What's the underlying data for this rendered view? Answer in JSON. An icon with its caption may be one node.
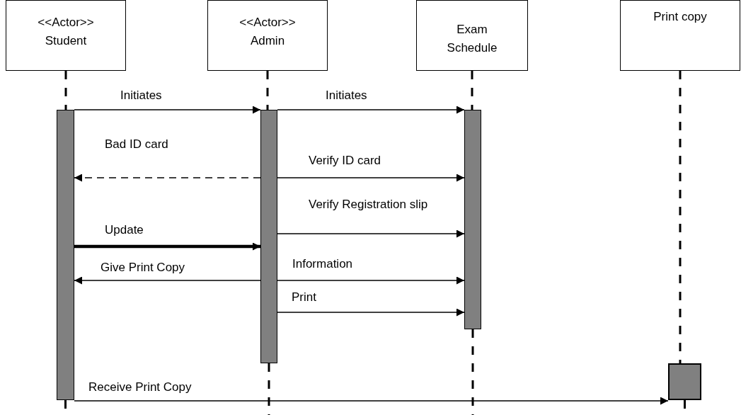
{
  "diagram": {
    "nodes": [
      {
        "text": [
          "<<Actor>> Student"
        ]
      },
      {
        "text": [
          "<<Actor>> Admin"
        ]
      },
      {
        "text": [
          "Exam Schedule"
        ]
      },
      {
        "text": [
          "Print copy"
        ]
      },
      {
        "text": [],
        "shape": "bar"
      },
      {
        "text": [],
        "shape": "bar"
      },
      {
        "text": [],
        "shape": "bar"
      },
      {
        "text": [],
        "shape": "box"
      }
    ],
    "edges": [
      {
        "from": 0,
        "to": 4,
        "arrow": "none",
        "style": "dashed"
      },
      {
        "from": 1,
        "to": 5,
        "arrow": "none",
        "style": "dashed"
      },
      {
        "from": 2,
        "to": 6,
        "arrow": "none",
        "style": "dashed"
      },
      {
        "from": 3,
        "to": 7,
        "arrow": "none",
        "style": "dashed"
      },
      {
        "from": 4,
        "to": 5,
        "arrow": "to",
        "label": "Initiates"
      },
      {
        "from": 5,
        "to": 6,
        "arrow": "to",
        "label": "Initiates"
      },
      {
        "from": 5,
        "to": 4,
        "arrow": "to",
        "label": "Bad ID card",
        "style": "dashed"
      },
      {
        "from": 5,
        "to": 6,
        "arrow": "to",
        "label": "Verify ID card"
      },
      {
        "from": 5,
        "to": 6,
        "arrow": "to",
        "label": "Verify Registration slip"
      },
      {
        "from": 4,
        "to": 5,
        "arrow": "to",
        "label": "Update",
        "style": "thick"
      },
      {
        "from": 5,
        "to": 4,
        "arrow": "to",
        "label": "Give Print Copy"
      },
      {
        "from": 5,
        "to": 6,
        "arrow": "to",
        "label": "Information"
      },
      {
        "from": 5,
        "to": 6,
        "arrow": "to",
        "label": "Print"
      },
      {
        "from": 4,
        "to": 7,
        "arrow": "to",
        "label": "Receive Print Copy"
      }
    ]
  }
}
